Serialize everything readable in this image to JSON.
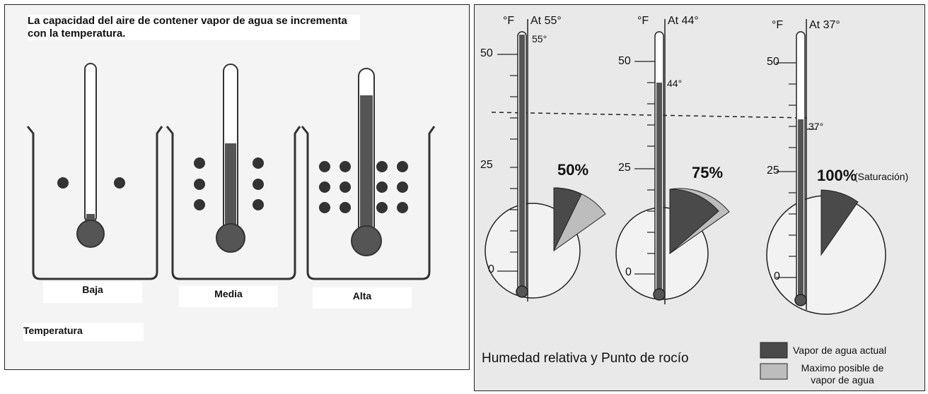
{
  "left": {
    "title": "La capacidad del aire de contener vapor de agua se incrementa con la temperatura.",
    "beakers": [
      {
        "label": "Baja",
        "fill_level": 0.05
      },
      {
        "label": "Media",
        "fill_level": 0.45
      },
      {
        "label": "Alta",
        "fill_level": 0.9
      }
    ],
    "axis_label": "Temperatura"
  },
  "right": {
    "title": "Humedad relativa y Punto de rocío",
    "unit": "°F",
    "scale_labels": [
      "50",
      "25",
      "0"
    ],
    "thermometers": [
      {
        "header": "At 55°",
        "reading": "55°",
        "percent": "50%",
        "note": ""
      },
      {
        "header": "At 44°",
        "reading": "44°",
        "percent": "75%",
        "note": ""
      },
      {
        "header": "At 37°",
        "reading": "37°",
        "percent": "100%",
        "note": "(Saturación)"
      }
    ],
    "legend": [
      {
        "label": "Vapor de agua actual",
        "color": "#4a4a4a"
      },
      {
        "label": "Maximo posible de vapor de agua",
        "color": "#bdbdbd"
      }
    ]
  }
}
